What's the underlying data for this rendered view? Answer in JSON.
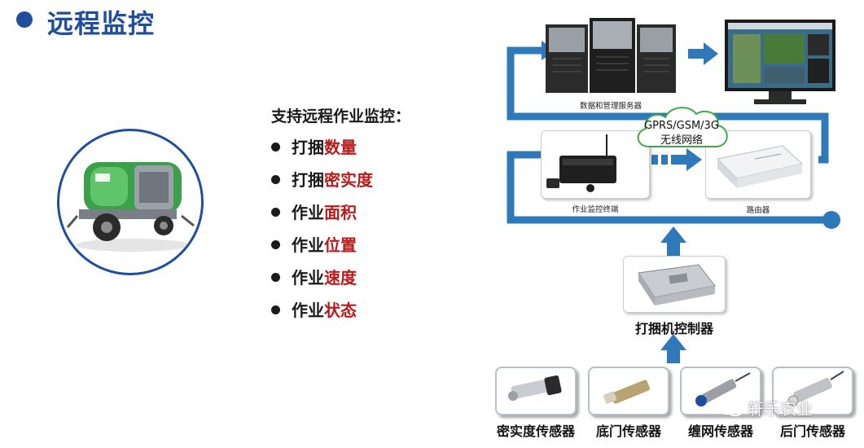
{
  "page": {
    "title": "远程监控"
  },
  "features": {
    "heading": "支持远程作业监控：",
    "items": [
      {
        "prefix": "打捆",
        "highlight": "数量"
      },
      {
        "prefix": "打捆",
        "highlight": "密实度"
      },
      {
        "prefix": "作业",
        "highlight": "面积"
      },
      {
        "prefix": "作业",
        "highlight": "位置"
      },
      {
        "prefix": "作业",
        "highlight": "速度"
      },
      {
        "prefix": "作业",
        "highlight": "状态"
      }
    ]
  },
  "diagram": {
    "servers_caption": "数据和管理服务器",
    "network_line1": "GPRS/GSM/3G",
    "network_line2": "无线网络",
    "terminal_caption": "作业监控终端",
    "router_caption": "路由器",
    "controller_label": "打捆机控制器",
    "sensors": [
      "密实度传感器",
      "底门传感器",
      "缠网传感器",
      "后门传感器"
    ]
  },
  "watermark": {
    "text": "轩乐农业"
  },
  "colors": {
    "title_blue": "#1f4e9c",
    "flow_blue": "#2f78b9",
    "highlight_red": "#b71c1c",
    "baler_green": "#3aa04a"
  }
}
